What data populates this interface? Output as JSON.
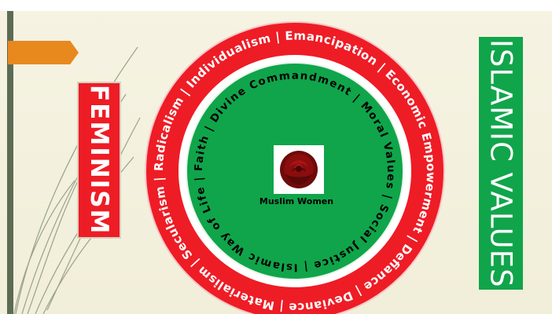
{
  "left_label": "FEMINISM",
  "right_label": "ISLAMIC VALUES",
  "outer_ring_text": "Radicalism | Individualism | Emancipation | Economic Empowerment | Defiance | Deviance | Materialism | Secularism |",
  "inner_ring_text": "Faith | Divine Commandment | Moral Values | Social Justice | Islamic Way of Life |",
  "center_label": "Muslim Women",
  "center_icon": "rose-icon",
  "colors": {
    "outer_ring": "#ee1c25",
    "inner_circle": "#10a54a",
    "feminism_bg": "#ee1c25",
    "islamic_bg": "#10a54a",
    "orange_tab": "#e8891e",
    "rose": "#8b0d0d"
  }
}
